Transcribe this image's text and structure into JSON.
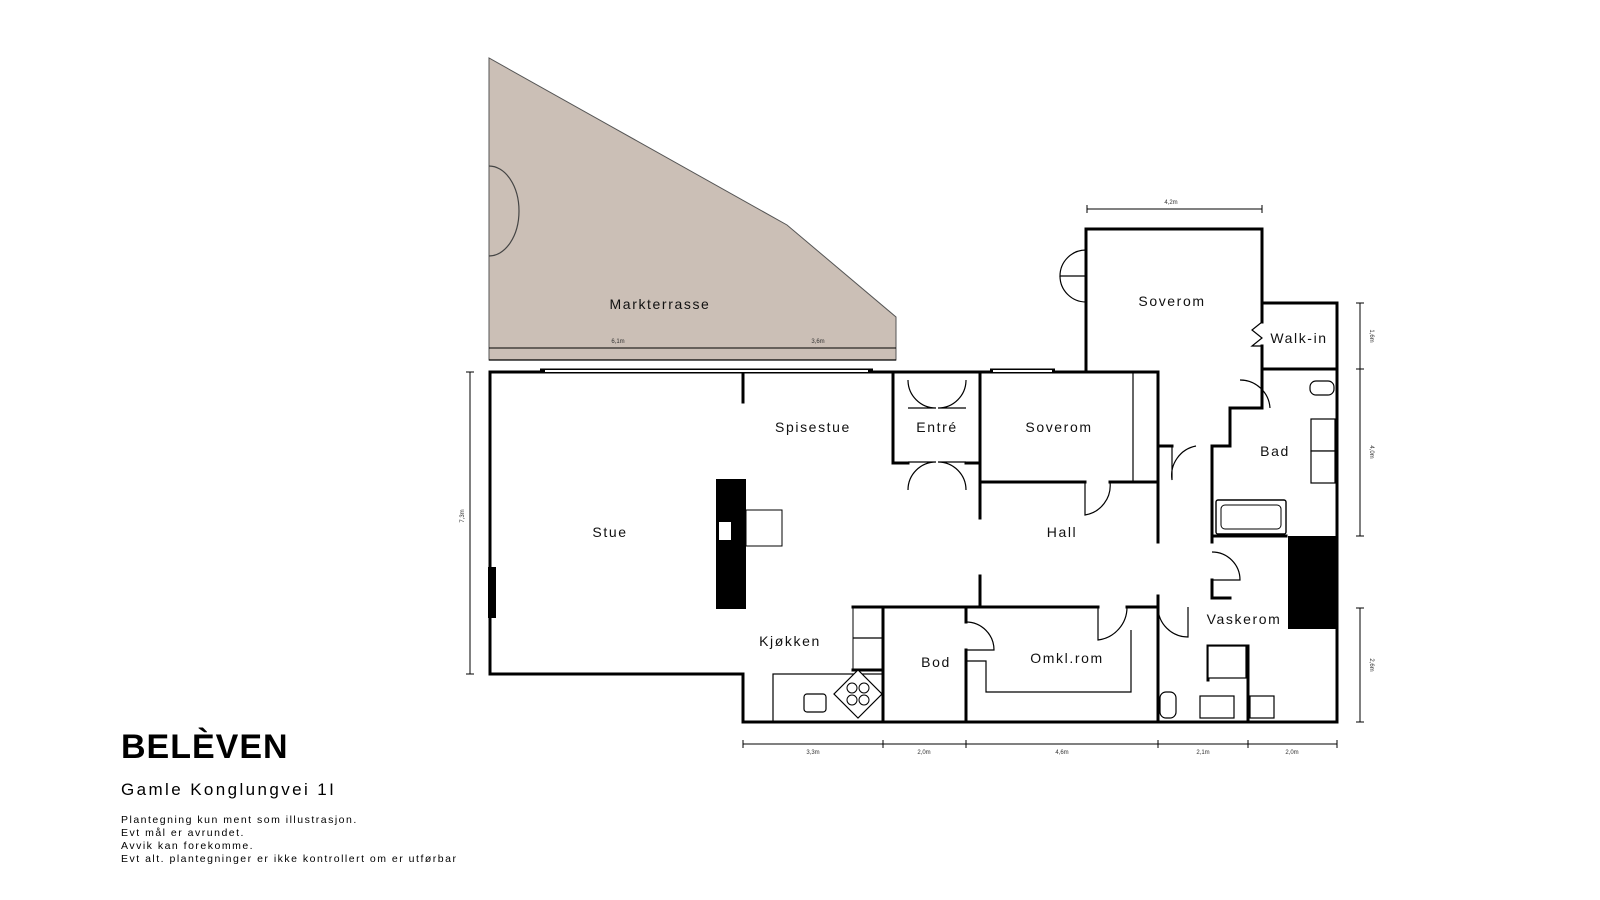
{
  "brand": "BELÈVEN",
  "address": "Gamle Konglungvei 1I",
  "disclaimer": [
    "Plantegning kun ment som illustrasjon.",
    "Evt mål er avrundet.",
    "Avvik kan forekomme.",
    "Evt alt. plantegninger er ikke kontrollert om er utførbar"
  ],
  "rooms": {
    "markterrasse": "Markterrasse",
    "spisestue": "Spisestue",
    "entre": "Entré",
    "soverom_1": "Soverom",
    "soverom_2": "Soverom",
    "walk_in": "Walk-in",
    "bad": "Bad",
    "stue": "Stue",
    "hall": "Hall",
    "kjokken": "Kjøkken",
    "bod": "Bod",
    "omkl_rom": "Omkl.rom",
    "vaskerom": "Vaskerom"
  },
  "dimensions": {
    "terrace_a": "6,1m",
    "terrace_b": "3,6m",
    "top_soverom": "4,2m",
    "left_height": "7,3m",
    "right_1": "1,6m",
    "right_2": "4,0m",
    "right_3": "2,6m",
    "bottom_1": "3,3m",
    "bottom_2": "2,0m",
    "bottom_3": "4,6m",
    "bottom_4": "2,1m",
    "bottom_5": "2,0m"
  },
  "colors": {
    "terrace_fill": "#cbbfb6",
    "wall": "#000000",
    "background": "#ffffff"
  }
}
